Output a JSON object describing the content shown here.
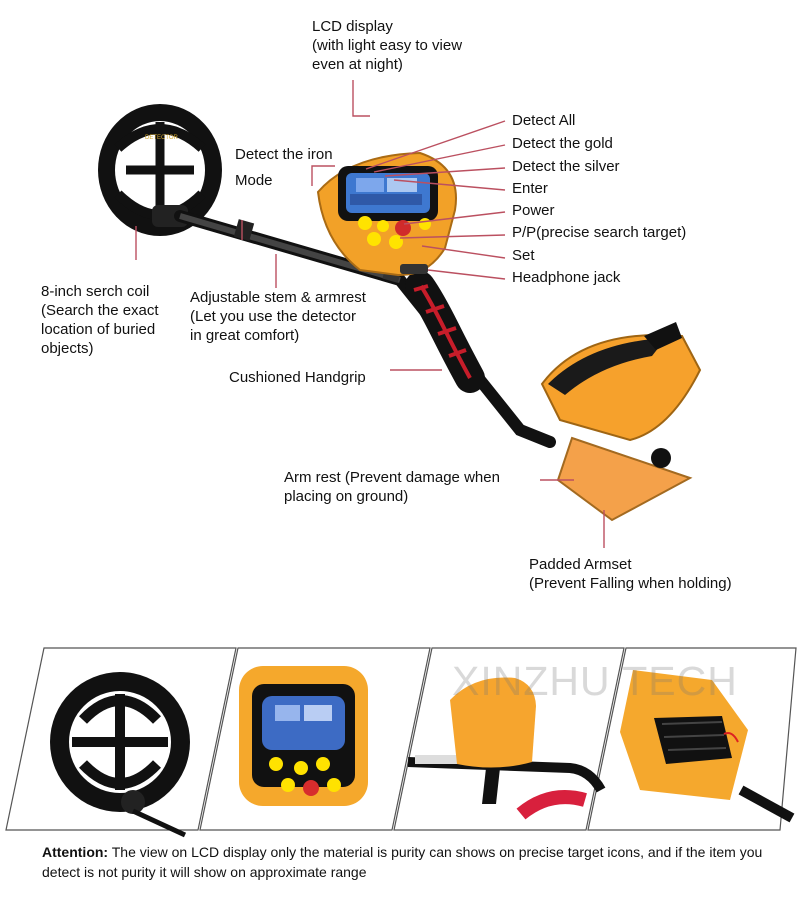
{
  "labels": {
    "lcd_display": [
      "LCD display",
      "(with light easy to view",
      "even at night)"
    ],
    "detect_iron": "Detect the iron",
    "mode": "Mode",
    "detect_all": "Detect All",
    "detect_gold": "Detect the gold",
    "detect_silver": "Detect the silver",
    "enter": "Enter",
    "power": "Power",
    "pp": "P/P(precise search target)",
    "set": "Set",
    "headphone": "Headphone jack",
    "coil": [
      "8-inch serch coil",
      "(Search the exact",
      "location of buried",
      "objects)"
    ],
    "stem": [
      "Adjustable stem & armrest",
      "(Let you use the detector",
      "in great comfort)"
    ],
    "handgrip": "Cushioned Handgrip",
    "armrest": [
      "Arm rest (Prevent damage when",
      "placing on ground)"
    ],
    "armset": [
      "Padded Armset",
      "(Prevent Falling when holding)"
    ]
  },
  "watermark": "XINZHU TECH",
  "attention": {
    "lead": "Attention:",
    "text": " The view on LCD display only the material is purity can shows on precise target icons, and if the item you detect is not purity it will show on approximate range"
  },
  "colors": {
    "accent": "#F3A52A",
    "coil": "#111111",
    "line": "#B44A5A",
    "lcd": "#4A79C6"
  }
}
